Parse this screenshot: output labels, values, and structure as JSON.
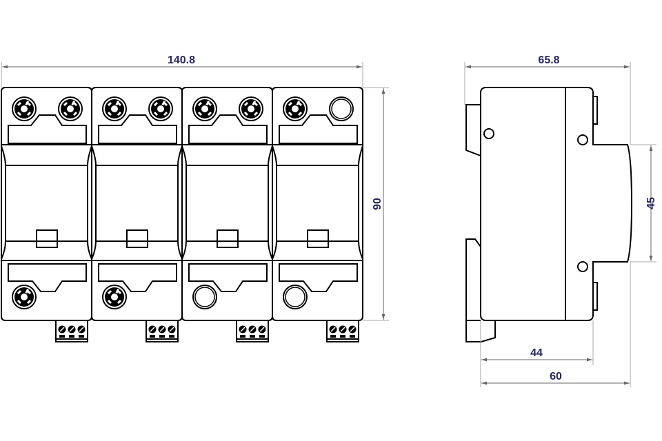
{
  "front_view": {
    "modules": [
      {
        "top_right_terminal": "screw",
        "bottom_terminal": "screw"
      },
      {
        "top_right_terminal": "screw",
        "bottom_terminal": "screw"
      },
      {
        "top_right_terminal": "screw",
        "bottom_terminal": "plain"
      },
      {
        "top_right_terminal": "plain",
        "bottom_terminal": "plain"
      }
    ],
    "dim_width": "140.8",
    "dim_height": "90"
  },
  "side_view": {
    "dim_width": "65.8",
    "dim_din": "45",
    "dim_depth_inner": "44",
    "dim_depth": "60"
  },
  "colors": {
    "dimension_text": "#26265e",
    "line": "#000000"
  }
}
